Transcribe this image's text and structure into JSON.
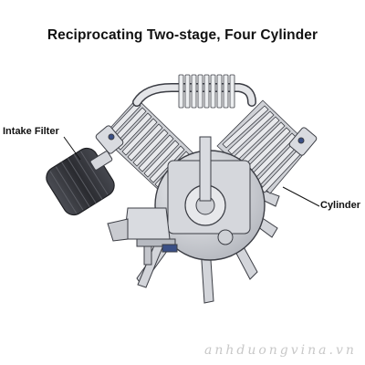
{
  "title": "Reciprocating Two-stage, Four Cylinder",
  "labels": {
    "intake_filter": "Intake Filter",
    "cylinder": "Cylinder"
  },
  "watermark": "anhduongvina.vn",
  "colors": {
    "metal_light": "#e6e7ea",
    "metal_mid": "#c9cbd0",
    "metal_dark": "#8d9098",
    "outline": "#3b3d44",
    "filter_dark": "#2f3036",
    "accent_blue": "#3a4f86"
  }
}
